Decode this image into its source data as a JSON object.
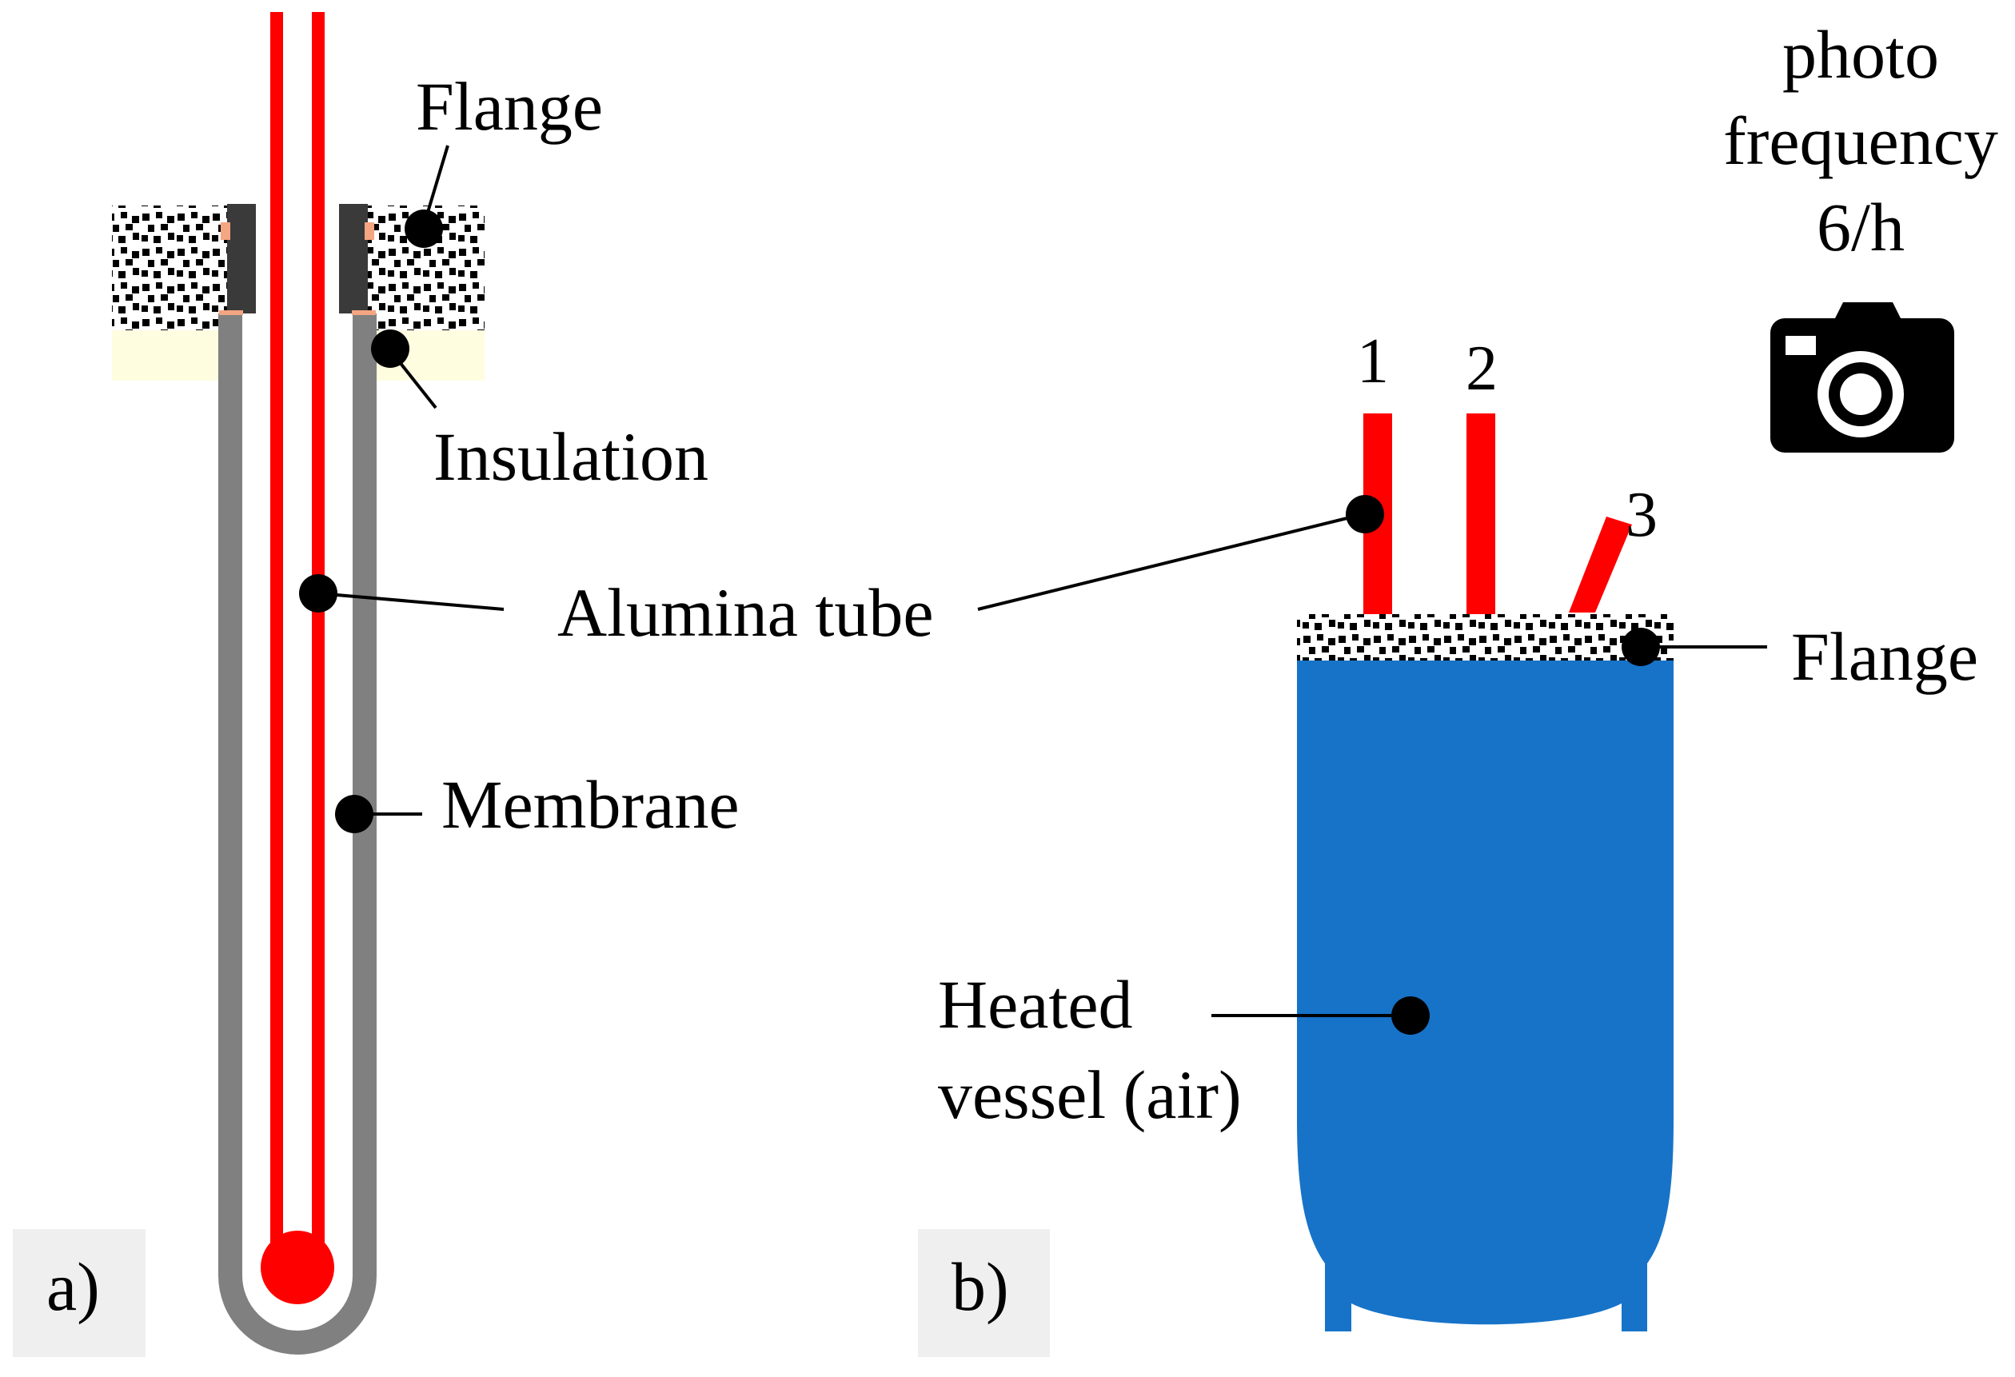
{
  "colors": {
    "alumina_tube": "#ff0000",
    "membrane": "#808080",
    "flange_insulation": "#fffde0",
    "flange_dark": "#3a3a3a",
    "gasket": "#f4a582",
    "vessel": "#1773c8",
    "panel_label_bg": "#efefef",
    "callout": "#000000"
  },
  "panel_a": {
    "tag": "a)",
    "labels": {
      "flange": "Flange",
      "insulation": "Insulation",
      "alumina_tube": "Alumina tube",
      "membrane": "Membrane"
    }
  },
  "panel_b": {
    "tag": "b)",
    "tube_numbers": [
      "1",
      "2",
      "3"
    ],
    "labels": {
      "flange": "Flange",
      "heated_vessel_line1": "Heated",
      "heated_vessel_line2": "vessel (air)"
    },
    "photo_note": {
      "line1": "photo",
      "line2": "frequency",
      "line3": "6/h",
      "icon": "camera-icon"
    }
  }
}
